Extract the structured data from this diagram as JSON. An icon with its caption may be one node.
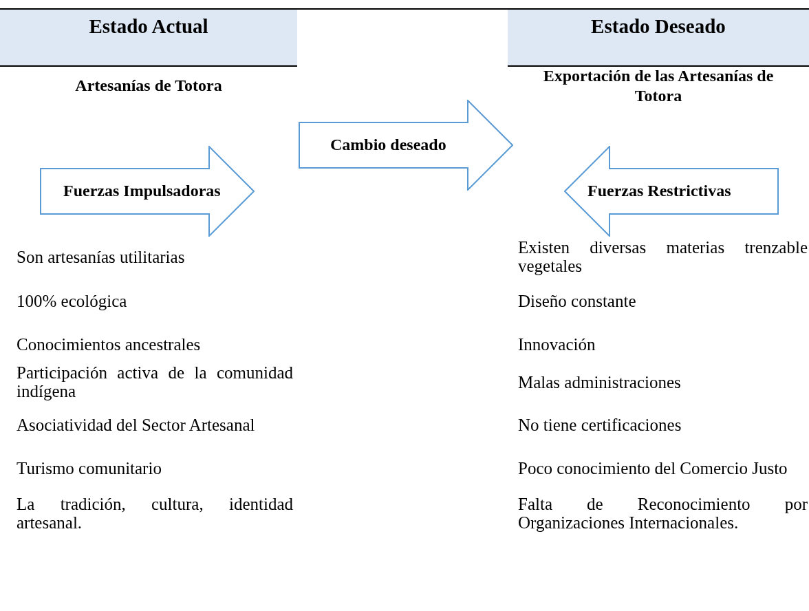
{
  "diagram": {
    "nodes": [
      {
        "text": [
          "Estado Actual"
        ]
      },
      {
        "text": [
          "Estado Deseado"
        ]
      },
      {
        "text": [
          "Cambio deseado"
        ]
      },
      {
        "text": [
          "Fuerzas Impulsadoras"
        ]
      },
      {
        "text": [
          "Fuerzas Restrictivas"
        ]
      }
    ],
    "labels": [
      "Artesanías de Totora",
      "Exportación de las Artesanías de Totora",
      "Son artesanías utilitarias",
      "Existen diversas materias trenzable vegetales",
      "100% ecológica",
      "Diseño constante",
      "Conocimientos ancestrales",
      "Innovación",
      "Participación activa de la comunidad indígena",
      "Malas administraciones",
      "Asociatividad del Sector Artesanal",
      "No tiene certificaciones",
      "Turismo comunitario",
      "Poco conocimiento del Comercio Justo",
      "La tradición, cultura, identidad artesanal.",
      "Falta de Reconocimiento por Organizaciones Internacionales."
    ]
  }
}
